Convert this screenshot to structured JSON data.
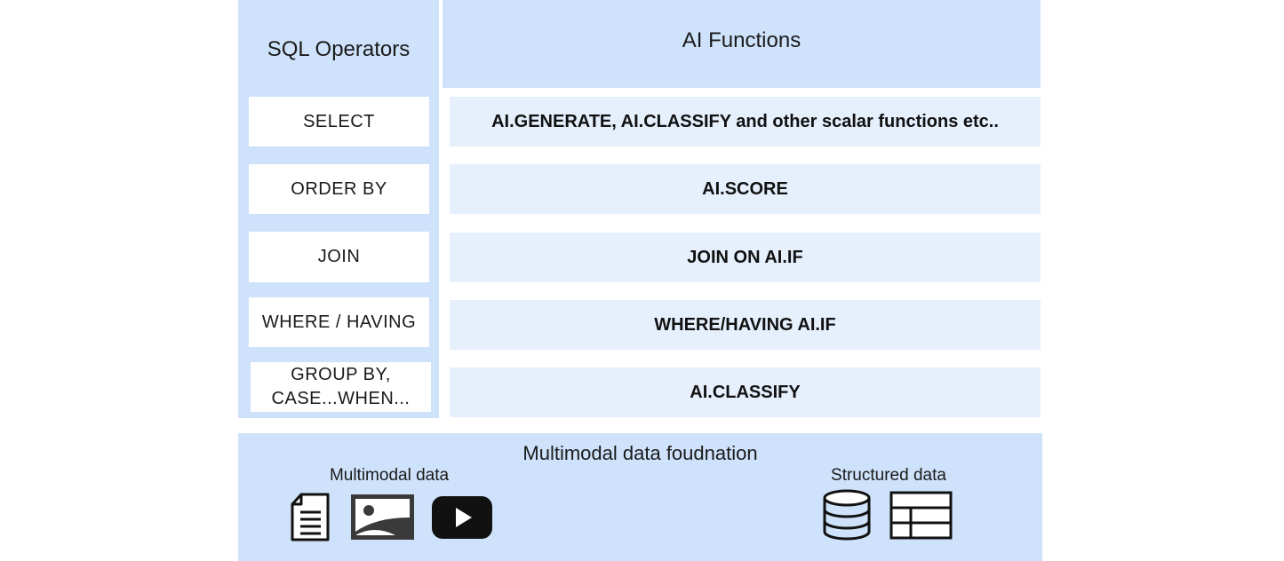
{
  "sql_operators": {
    "title": "SQL Operators",
    "items": [
      "SELECT",
      "ORDER BY",
      "JOIN",
      "WHERE / HAVING",
      "GROUP BY,\nCASE...WHEN..."
    ]
  },
  "ai_functions": {
    "title": "AI Functions",
    "items": [
      "AI.GENERATE, AI.CLASSIFY and other scalar functions etc..",
      "AI.SCORE",
      "JOIN ON AI.IF",
      "WHERE/HAVING AI.IF",
      "AI.CLASSIFY"
    ]
  },
  "foundation": {
    "title": "Multimodal data foudnation",
    "multimodal_label": "Multimodal data",
    "structured_label": "Structured data",
    "icons": [
      "document-icon",
      "image-icon",
      "video-icon",
      "database-icon",
      "table-icon"
    ]
  },
  "colors": {
    "panel": "#cfe2fb",
    "function_row": "#e6f0fd",
    "operator_box": "#ffffff"
  }
}
